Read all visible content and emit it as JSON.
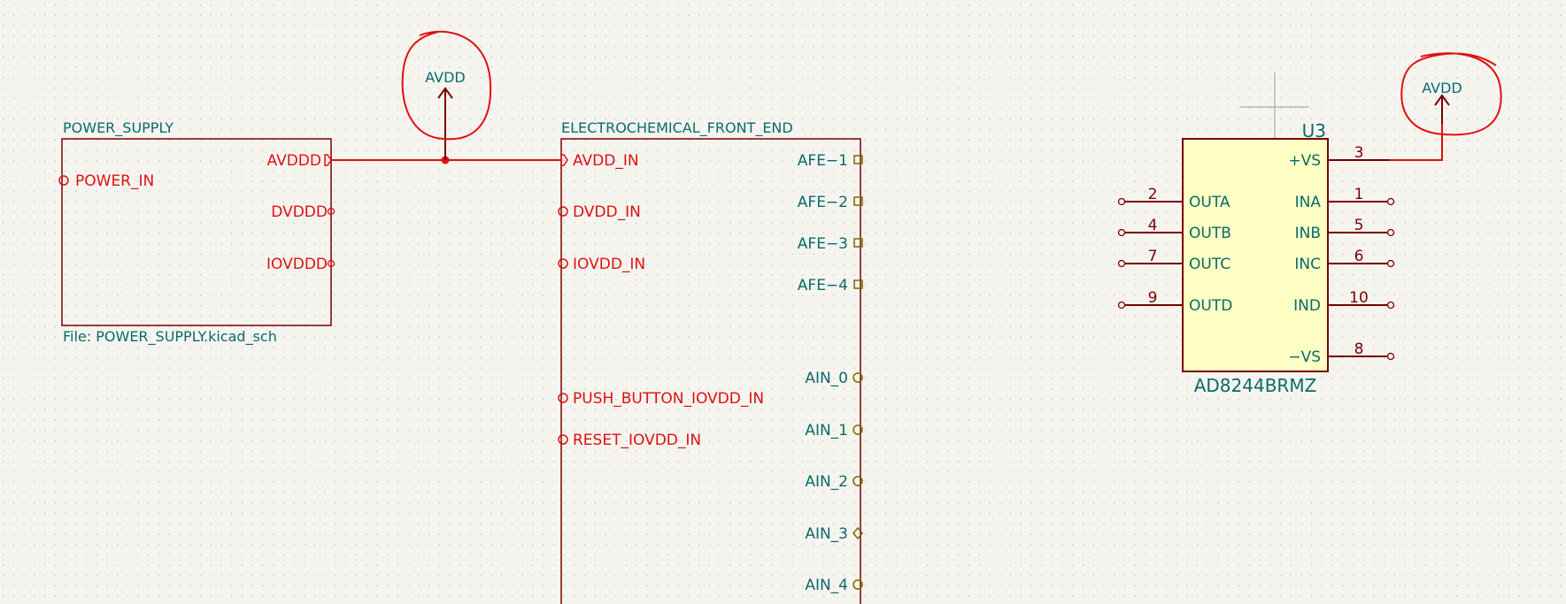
{
  "sheets": {
    "power_supply": {
      "name": "POWER_SUPPLY",
      "file": "File: POWER_SUPPLY.kicad_sch",
      "pins": {
        "avddd": "AVDDD",
        "power_in": "POWER_IN",
        "dvddd": "DVDDD",
        "iovddd": "IOVDDD"
      }
    },
    "afe": {
      "name": "ELECTROCHEMICAL_FRONT_END",
      "left_pins": {
        "avdd_in": "AVDD_IN",
        "dvdd_in": "DVDD_IN",
        "iovdd_in": "IOVDD_IN",
        "push_button": "PUSH_BUTTON_IOVDD_IN",
        "reset": "RESET_IOVDD_IN"
      },
      "right_pins": {
        "afe1": "AFE−1",
        "afe2": "AFE−2",
        "afe3": "AFE−3",
        "afe4": "AFE−4",
        "ain0": "AIN_0",
        "ain1": "AIN_1",
        "ain2": "AIN_2",
        "ain3": "AIN_3",
        "ain4": "AIN_4"
      }
    }
  },
  "power_symbols": {
    "avdd_1": "AVDD",
    "avdd_2": "AVDD"
  },
  "component": {
    "ref": "U3",
    "value": "AD8244BRMZ",
    "pins": {
      "vs_pos": {
        "name": "+VS",
        "number": "3"
      },
      "outa": {
        "name": "OUTA",
        "number": "2"
      },
      "ina": {
        "name": "INA",
        "number": "1"
      },
      "outb": {
        "name": "OUTB",
        "number": "4"
      },
      "inb": {
        "name": "INB",
        "number": "5"
      },
      "outc": {
        "name": "OUTC",
        "number": "7"
      },
      "inc": {
        "name": "INC",
        "number": "6"
      },
      "outd": {
        "name": "OUTD",
        "number": "9"
      },
      "ind": {
        "name": "IND",
        "number": "10"
      },
      "vs_neg": {
        "name": "−VS",
        "number": "8"
      }
    }
  },
  "colors": {
    "background": "#f5f4ef",
    "grid": "#bfc3c8",
    "sheet_border": "#7a0000",
    "sheet_pin": "#e01010",
    "label_text": "#0b6b6b",
    "component_body": "#fdfdc4",
    "component_outline": "#7a0000",
    "annotation": "#e01010"
  }
}
